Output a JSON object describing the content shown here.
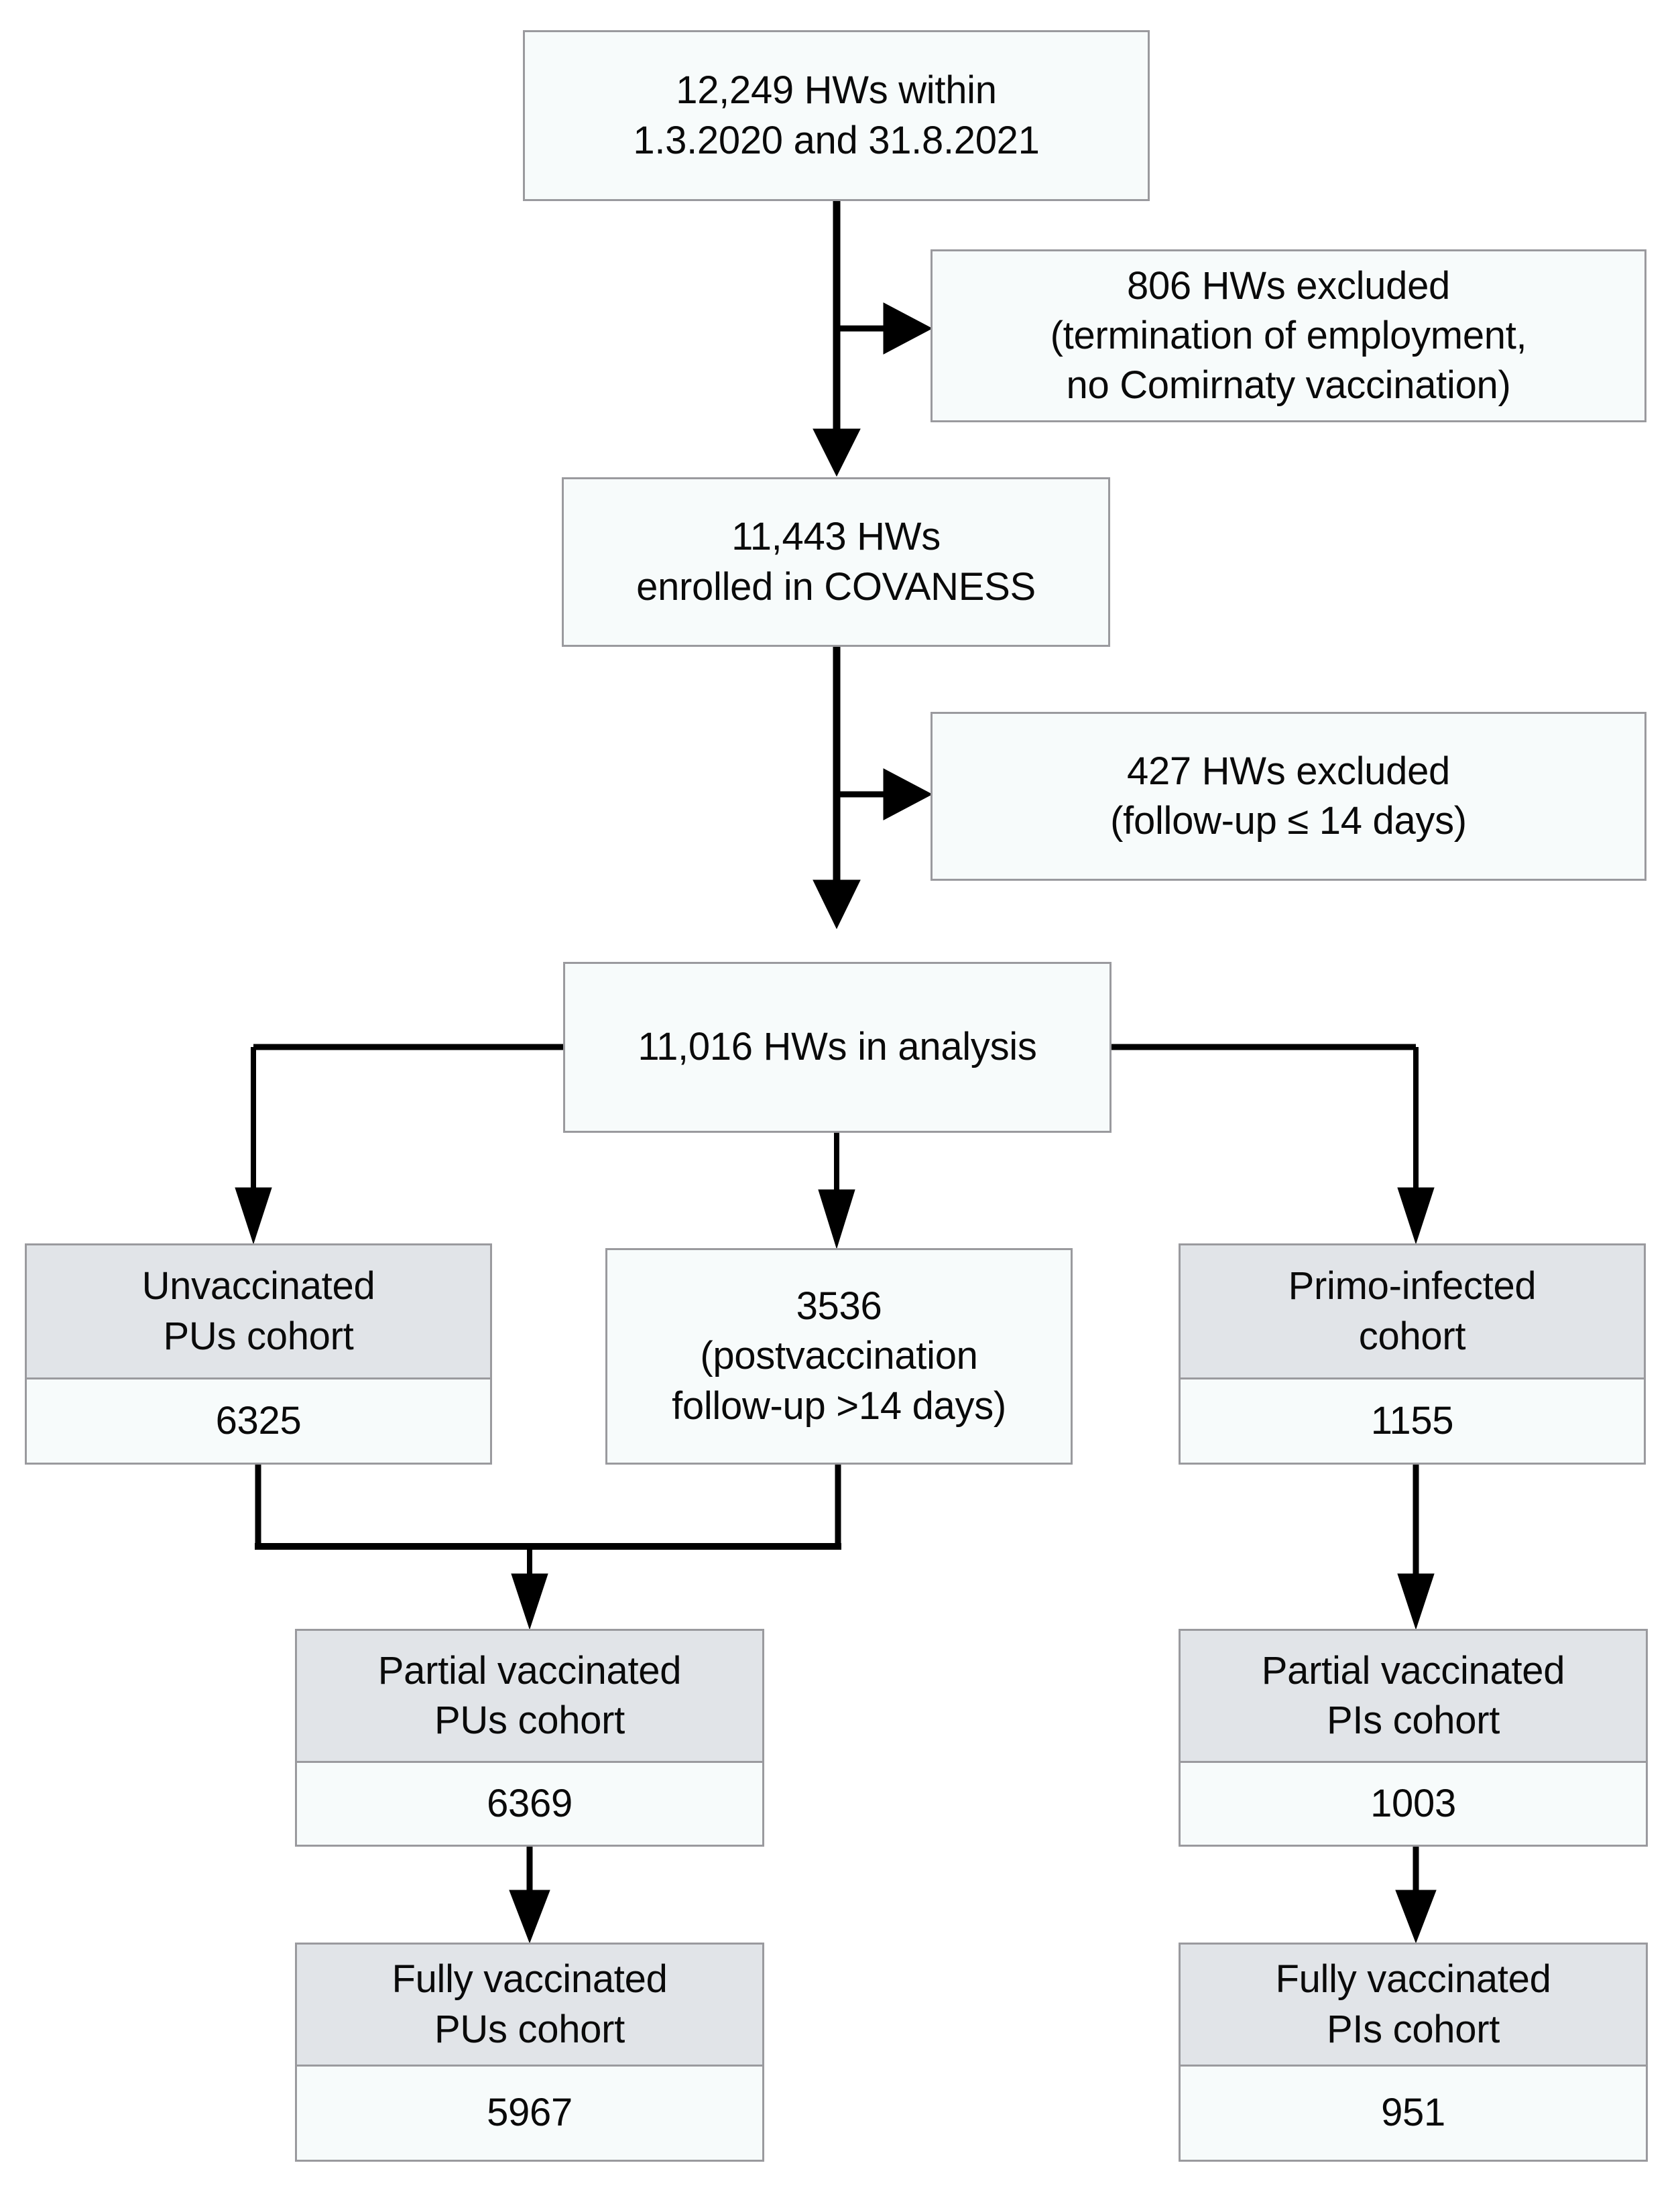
{
  "chart_data": {
    "type": "diagram",
    "title": "COVANESS healthcare worker cohort flow diagram",
    "diagram_kind": "flowchart",
    "nodes": [
      {
        "id": "enrolled_total",
        "label": "12,249  HWs within\n1.3.2020 and 31.8.2021",
        "value": 12249
      },
      {
        "id": "excluded_1",
        "label": "806 HWs excluded\n(termination of employment,\nno Comirnaty vaccination)",
        "value": 806
      },
      {
        "id": "covaness",
        "label": "11,443  HWs\nenrolled in COVANESS",
        "value": 11443
      },
      {
        "id": "excluded_2",
        "label": "427 HWs excluded\n(follow-up ≤ 14 days)",
        "value": 427
      },
      {
        "id": "analysis",
        "label": "11,016  HWs in analysis",
        "value": 11016
      },
      {
        "id": "unvacc_pus",
        "header": "Unvaccinated\nPUs cohort",
        "value": "6325"
      },
      {
        "id": "postvacc",
        "label": "3536\n(postvaccination\nfollow-up >14 days)",
        "value": "3536"
      },
      {
        "id": "primo_infected",
        "header": "Primo-infected\ncohort",
        "value": "1155"
      },
      {
        "id": "partial_pus",
        "header": "Partial vaccinated\nPUs cohort",
        "value": "6369"
      },
      {
        "id": "partial_pis",
        "header": "Partial vaccinated\nPIs cohort",
        "value": "1003"
      },
      {
        "id": "fully_pus",
        "header": "Fully vaccinated\nPUs cohort",
        "value": "5967"
      },
      {
        "id": "fully_pis",
        "header": "Fully vaccinated\nPIs cohort",
        "value": "951"
      }
    ],
    "edges": [
      {
        "from": "enrolled_total",
        "to": "excluded_1"
      },
      {
        "from": "enrolled_total",
        "to": "covaness"
      },
      {
        "from": "covaness",
        "to": "excluded_2"
      },
      {
        "from": "covaness",
        "to": "analysis"
      },
      {
        "from": "analysis",
        "to": "unvacc_pus"
      },
      {
        "from": "analysis",
        "to": "postvacc"
      },
      {
        "from": "analysis",
        "to": "primo_infected"
      },
      {
        "from": "unvacc_pus",
        "to": "partial_pus"
      },
      {
        "from": "postvacc",
        "to": "partial_pus"
      },
      {
        "from": "primo_infected",
        "to": "partial_pis"
      },
      {
        "from": "partial_pus",
        "to": "fully_pus"
      },
      {
        "from": "partial_pis",
        "to": "fully_pis"
      }
    ],
    "colors": {
      "header_fill": "#e1e4e8",
      "body_fill": "#f7fbfb",
      "border": "#9a9a9e",
      "connector": "#000000",
      "background": "#ffffff"
    }
  },
  "nodes": {
    "enrolled_total": {
      "line1": "12,249  HWs within",
      "line2": "1.3.2020 and 31.8.2021"
    },
    "excluded_1": {
      "line1": "806 HWs excluded",
      "line2": "(termination of employment,",
      "line3": "no Comirnaty vaccination)"
    },
    "covaness": {
      "line1": "11,443  HWs",
      "line2": "enrolled in COVANESS"
    },
    "excluded_2": {
      "line1": "427 HWs excluded",
      "line2": "(follow-up ≤ 14 days)"
    },
    "analysis": {
      "line1": "11,016  HWs in analysis"
    },
    "unvacc_pus": {
      "header_line1": "Unvaccinated",
      "header_line2": "PUs cohort",
      "value": "6325"
    },
    "postvacc": {
      "line1": "3536",
      "line2": "(postvaccination",
      "line3": "follow-up >14 days)"
    },
    "primo_infected": {
      "header_line1": "Primo-infected",
      "header_line2": "cohort",
      "value": "1155"
    },
    "partial_pus": {
      "header_line1": "Partial vaccinated",
      "header_line2": "PUs cohort",
      "value": "6369"
    },
    "partial_pis": {
      "header_line1": "Partial vaccinated",
      "header_line2": "PIs cohort",
      "value": "1003"
    },
    "fully_pus": {
      "header_line1": "Fully vaccinated",
      "header_line2": "PUs cohort",
      "value": "5967"
    },
    "fully_pis": {
      "header_line1": "Fully vaccinated",
      "header_line2": "PIs cohort",
      "value": "951"
    }
  }
}
